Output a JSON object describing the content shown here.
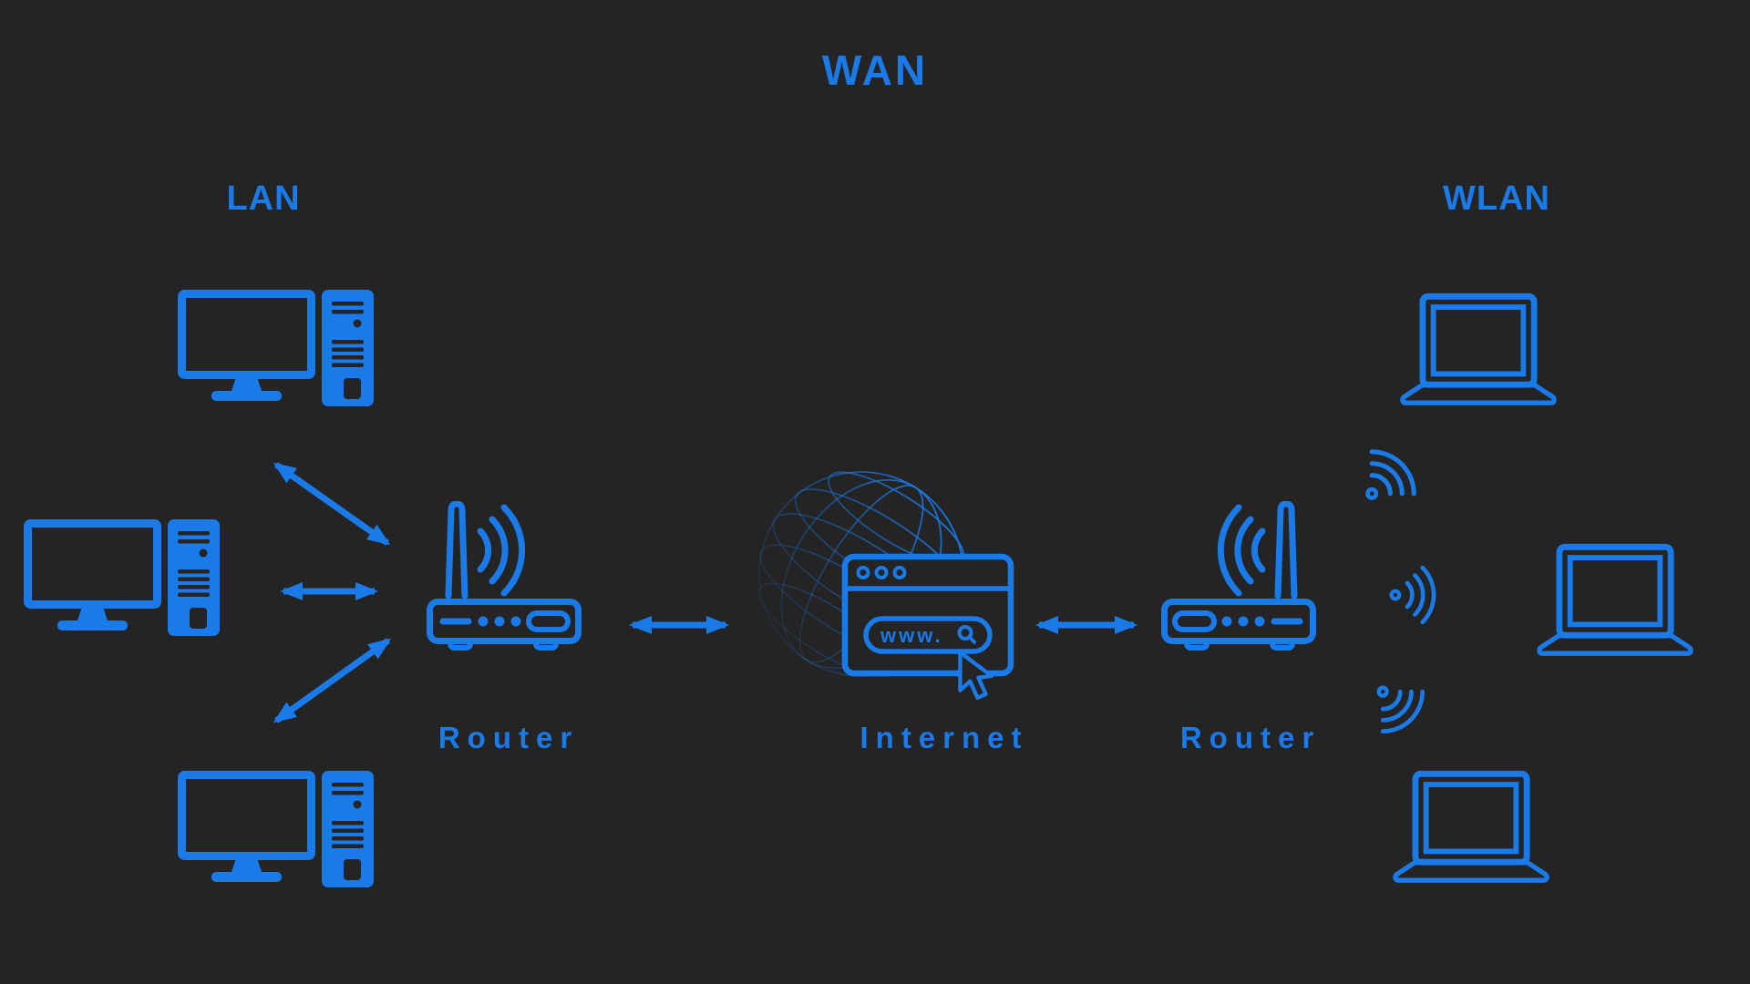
{
  "app": {
    "type": "network-topology-diagram"
  },
  "colors": {
    "background": "#242424",
    "accent": "#1a7ae8"
  },
  "title": "WAN",
  "zones": {
    "lan": {
      "label": "LAN",
      "devices": [
        "desktop-computer",
        "desktop-computer",
        "desktop-computer"
      ]
    },
    "wlan": {
      "label": "WLAN",
      "devices": [
        "laptop",
        "laptop",
        "laptop"
      ],
      "signals": [
        "wifi-signal",
        "wifi-signal",
        "wifi-signal"
      ]
    }
  },
  "nodes": {
    "left_router": {
      "label": "Router",
      "icon": "wireless-router-icon"
    },
    "internet": {
      "label": "Internet",
      "icon": "globe-browser-cursor-icon",
      "address_bar_text": "www."
    },
    "right_router": {
      "label": "Router",
      "icon": "wireless-router-icon"
    }
  },
  "icons": {
    "desktop_computer": "monitor-with-tower",
    "laptop": "laptop-outline",
    "router": "router-with-antenna-and-signal-waves",
    "wifi": "wifi-waves-with-dot",
    "globe": "wireframe-globe",
    "browser": "browser-window-with-search-bar",
    "search": "magnifier-glyph",
    "cursor": "mouse-pointer",
    "arrow": "double-headed-arrow"
  },
  "connections": [
    {
      "from": "lan-desktop-1",
      "to": "lan-router",
      "style": "double-headed-arrow"
    },
    {
      "from": "lan-desktop-2",
      "to": "lan-router",
      "style": "double-headed-arrow"
    },
    {
      "from": "lan-desktop-3",
      "to": "lan-router",
      "style": "double-headed-arrow"
    },
    {
      "from": "lan-router",
      "to": "internet",
      "style": "double-headed-arrow"
    },
    {
      "from": "internet",
      "to": "wlan-router",
      "style": "double-headed-arrow"
    }
  ]
}
